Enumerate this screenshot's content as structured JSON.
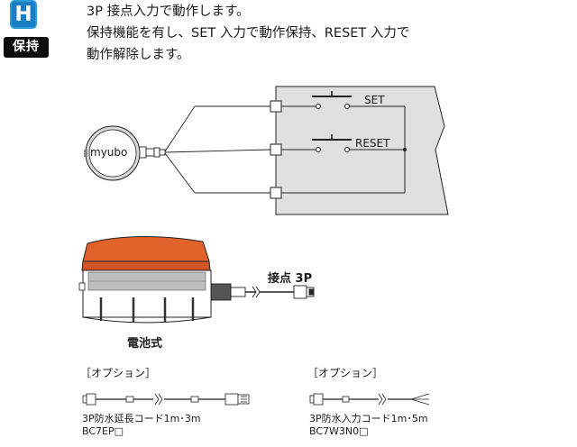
{
  "badge": {
    "letter": "H",
    "label": "保持",
    "color": "#1a7ec4"
  },
  "description": [
    "3P 接点入力で動作します。",
    "保持機能を有し、SET 入力で動作保持、RESET 入力で",
    "動作解除します。"
  ],
  "wiring": {
    "device_label": "myubo",
    "switch_set_label": "SET",
    "switch_reset_label": "RESET"
  },
  "product": {
    "connector_label": "接点 3P",
    "caption": "電池式",
    "body_color": "#e2622b"
  },
  "options": [
    {
      "heading": "［オプション］",
      "name": "3P防水延長コード1m･3m",
      "model": "BC7EP□"
    },
    {
      "heading": "［オプション］",
      "name": "3P防水入力コード1m･5m",
      "model": "BC7W3N0□"
    }
  ]
}
